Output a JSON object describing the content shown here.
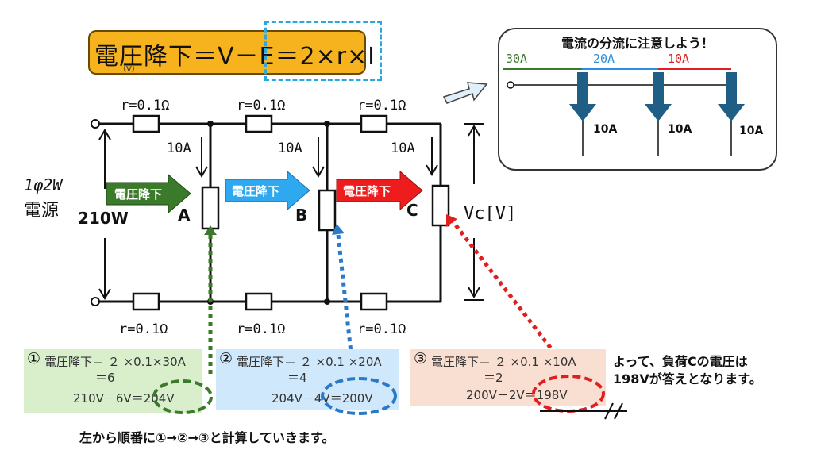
{
  "formula": {
    "text": "電圧降下＝V－E＝2×r×I",
    "sub": "（V）"
  },
  "inset": {
    "title": "電流の分流に注意しよう！",
    "currents_top": [
      "30A",
      "20A",
      "10A"
    ],
    "branch_labels": [
      "10A",
      "10A",
      "10A"
    ],
    "colors": {
      "green": "#3a7a2a",
      "blue": "#2a8fe0",
      "red": "#e02020",
      "arrow": "#1f5f86"
    }
  },
  "circuit": {
    "source_label_1": "1φ2W",
    "source_label_2": "電源",
    "source_voltage": "210W",
    "resistor_top_labels": [
      "r=0.1Ω",
      "r=0.1Ω",
      "r=0.1Ω"
    ],
    "resistor_bottom_labels": [
      "r=0.1Ω",
      "r=0.1Ω",
      "r=0.1Ω"
    ],
    "branch_currents": [
      "10A",
      "10A",
      "10A"
    ],
    "loads": [
      "A",
      "B",
      "C"
    ],
    "drop_arrow_label": "電圧降下",
    "vc_label": "Vc[V]"
  },
  "calc": [
    {
      "num": "①",
      "line1": "電圧降下＝ ２ ×0.1×30A",
      "line2": "＝6",
      "line3": "210V－6V＝204V",
      "bg": "#d9efcc",
      "ring": "#3a7a2a"
    },
    {
      "num": "②",
      "line1": "電圧降下＝ ２ ×0.1 ×20A",
      "line2": "＝4",
      "line3": "204V－4V＝200V",
      "bg": "#cfe8fb",
      "ring": "#2a7ac8"
    },
    {
      "num": "③",
      "line1": "電圧降下＝ ２ ×0.1 ×10A",
      "line2": "＝2",
      "line3": "200V－2V＝198V",
      "bg": "#f9dfd2",
      "ring": "#e02020"
    }
  ],
  "answer_note": {
    "line1": "よって、負荷Cの電圧は",
    "line2": "198Vが答えとなります。"
  },
  "bottom_note": "左から順番に①→②→③と計算していきます。"
}
